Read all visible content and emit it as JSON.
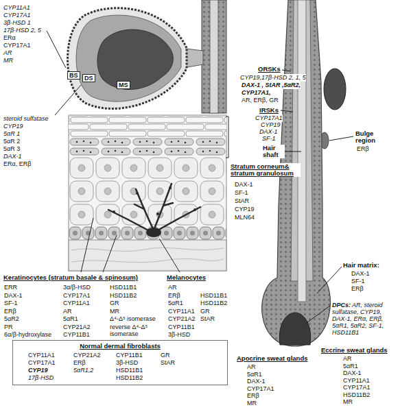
{
  "diagram": {
    "nodes": [
      {
        "text": [
          "Normal dermal fibroblasts",
          "CYP11A1",
          "CYP17A1",
          "CYP19",
          "17β-HSD",
          "CYP21A2",
          "ERβ",
          "5αR1,2",
          "CYP11B1",
          "3β-HSD",
          "HSD11B1",
          "HSD11B2",
          "GR",
          "StAR"
        ]
      }
    ],
    "labels": [
      "CYP11A1",
      "CYP17A1",
      "3β-HSD 1",
      "17β-HSD 2, 5",
      "ERα",
      "CYP17A1",
      "AR",
      "MR",
      "BS",
      "DS",
      "MS",
      "steroid sulfatase",
      "CYP19",
      "5αR 1",
      "5αR 2",
      "5αR 3",
      "DAX-1",
      "ERα, ERβ",
      "Stratum corneum& stratum granulosum",
      "DAX-1",
      "SF-1",
      "StAR",
      "CYP19",
      "MLN64",
      "Keratinocytes (stratum basale & spinosum)",
      "ERR",
      "DAX-1",
      "SF-1",
      "ERβ",
      "5αR2",
      "PR",
      "6α/β-hydroxylase",
      "3α/β-HSD",
      "CYP17A1",
      "CYP11A1",
      "AR",
      "5αR1",
      "CYP21A2",
      "CYP11B1",
      "HSD11B1",
      "HSD11B2",
      "GR",
      "MR",
      "Δ⁴-Δ⁵ isomerase",
      "reverse Δ⁴-Δ⁵ isomerase",
      "Melanocytes",
      "AR",
      "ERβ",
      "5αR1",
      "CYP11A1",
      "CYP21A2",
      "CYP11B1",
      "3β-HSD",
      "HSD11B1",
      "HSD11B2",
      "GR",
      "StAR",
      "ORSKs",
      "CYP19,17β-HSD 2, 1, 5",
      "DAX-1 , StAR ,5αR2,",
      "CYP17A1,",
      "AR, ERβ, GR",
      "IRSKs",
      "CYP17A1",
      "CYP19",
      "DAX-1",
      "SF-1",
      "Hair shaft",
      "Bulge region",
      "ERβ",
      "Hair matrix:",
      "DAX-1",
      "SF-1",
      "ERβ",
      "DPCs:",
      "AR, steroid sulfatase, CYP19, DAX-1, ERα, ERβ, 5αR1, 5αR2, SF-1, HSD11B1",
      "Apocrine sweat glands",
      "AR",
      "5αR1",
      "DAX-1",
      "CYP17A1",
      "ERβ",
      "MR",
      "Eccrine sweat glands",
      "AR",
      "5αR1",
      "DAX-1",
      "CYP11A1",
      "CYP17A1",
      "HSD11B2",
      "MR"
    ]
  }
}
